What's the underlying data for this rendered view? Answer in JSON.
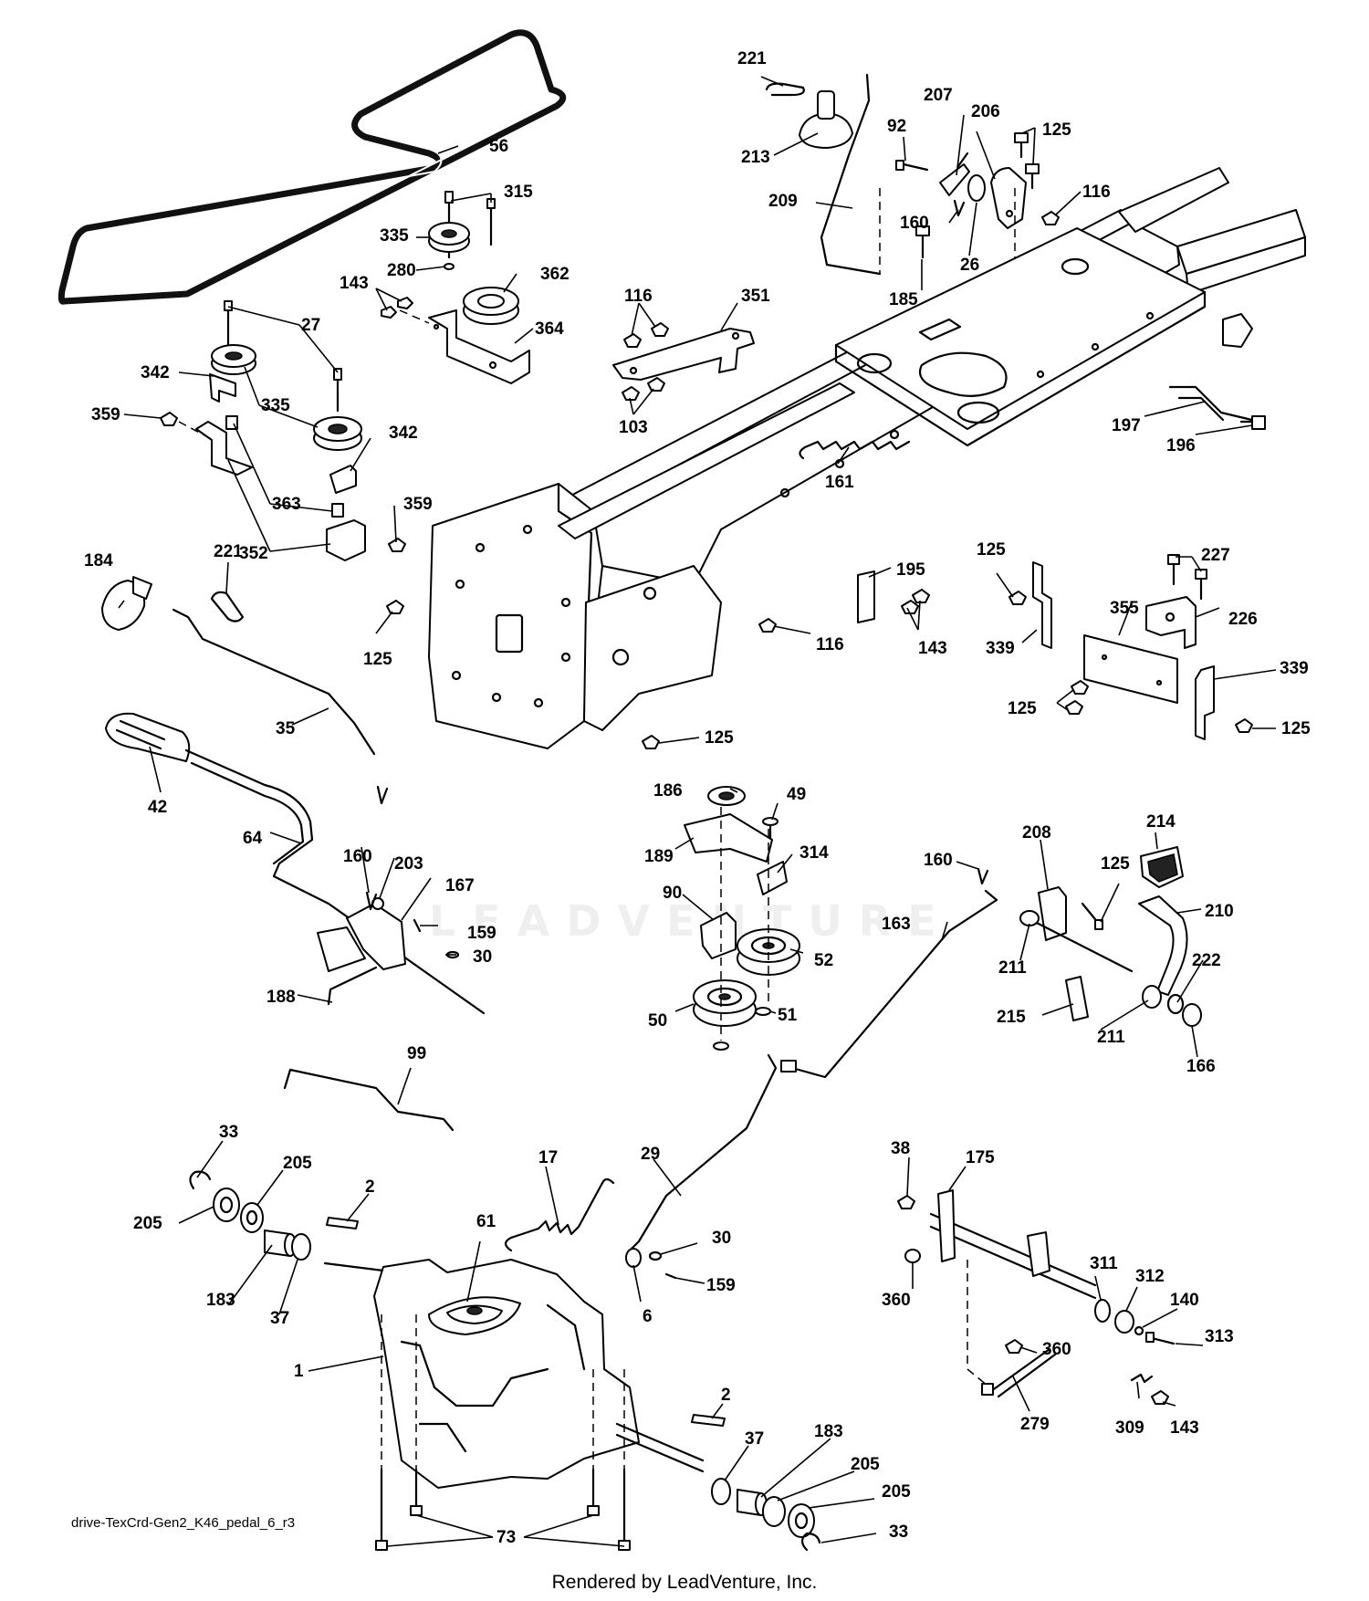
{
  "diagram": {
    "drawing_code": "drive-TexCrd-Gen2_K46_pedal_6_r3",
    "credit": "Rendered by LeadVenture, Inc.",
    "watermark_text": "LEADVENTURE",
    "callouts": [
      "221",
      "213",
      "207",
      "92",
      "206",
      "125",
      "116",
      "209",
      "160",
      "26",
      "185",
      "56",
      "315",
      "335",
      "280",
      "362",
      "143",
      "364",
      "27",
      "342",
      "335",
      "359",
      "342",
      "363",
      "359",
      "352",
      "116",
      "351",
      "103",
      "161",
      "197",
      "196",
      "184",
      "221",
      "35",
      "125",
      "195",
      "143",
      "116",
      "125",
      "227",
      "226",
      "339",
      "355",
      "339",
      "125",
      "125",
      "125",
      "42",
      "64",
      "160",
      "203",
      "167",
      "159",
      "30",
      "188",
      "186",
      "49",
      "189",
      "314",
      "90",
      "52",
      "51",
      "50",
      "160",
      "208",
      "214",
      "125",
      "210",
      "163",
      "211",
      "222",
      "215",
      "211",
      "166",
      "99",
      "33",
      "205",
      "205",
      "2",
      "183",
      "37",
      "17",
      "61",
      "29",
      "30",
      "159",
      "6",
      "1",
      "38",
      "175",
      "360",
      "311",
      "312",
      "140",
      "313",
      "360",
      "279",
      "309",
      "143",
      "2",
      "37",
      "183",
      "205",
      "205",
      "73",
      "33"
    ]
  }
}
